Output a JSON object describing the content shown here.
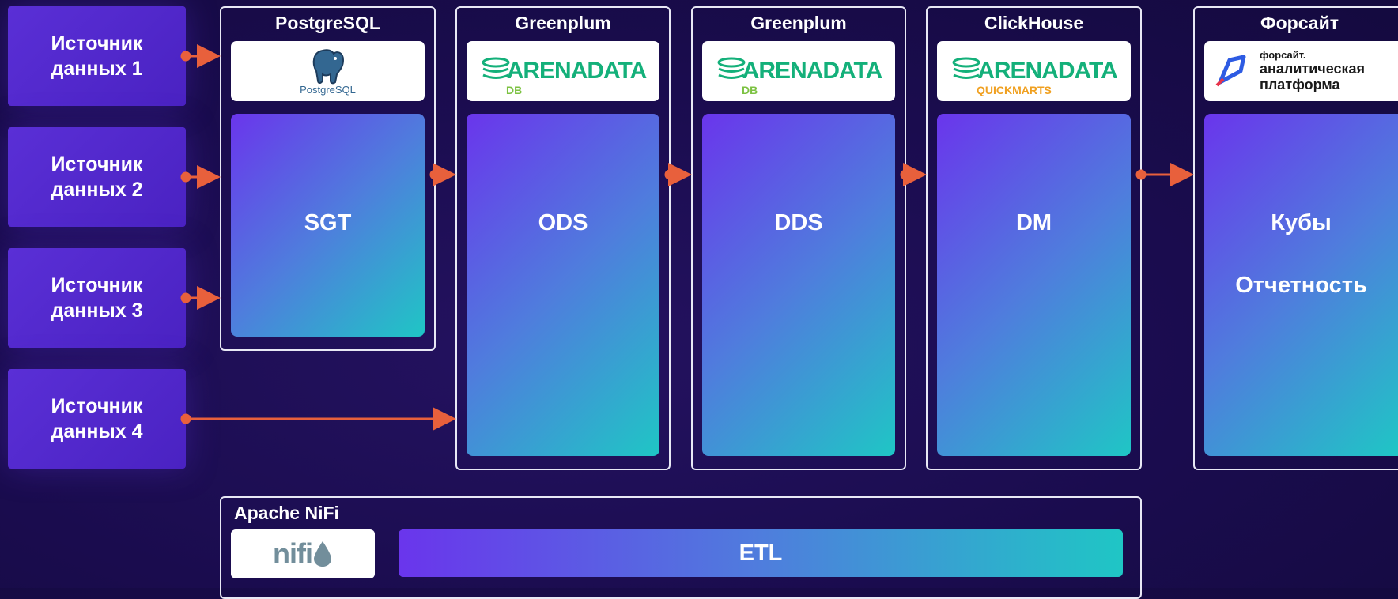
{
  "sources": [
    {
      "label": "Источник\nданных 1"
    },
    {
      "label": "Источник\nданных 2"
    },
    {
      "label": "Источник\nданных 3"
    },
    {
      "label": "Источник\nданных 4"
    }
  ],
  "stages": [
    {
      "title": "PostgreSQL",
      "logo_text": "PostgreSQL",
      "layer": "SGT"
    },
    {
      "title": "Greenplum",
      "logo_text": "ARENADATA",
      "logo_sub": "DB",
      "layer": "ODS"
    },
    {
      "title": "Greenplum",
      "logo_text": "ARENADATA",
      "logo_sub": "DB",
      "layer": "DDS"
    },
    {
      "title": "ClickHouse",
      "logo_text": "ARENADATA",
      "logo_sub": "QUICKMARTS",
      "layer": "DM"
    },
    {
      "title": "Форсайт",
      "logo_line1": "форсайт.",
      "logo_line2": "аналитическая",
      "logo_line3": "платформа",
      "layer": "Кубы",
      "layer2": "Отчетность"
    }
  ],
  "nifi": {
    "title": "Apache NiFi",
    "logo_text": "nifi",
    "etl_label": "ETL"
  },
  "colors": {
    "background": "#1a0c4e",
    "source": "#5a2fd6",
    "arrow": "#e8603c",
    "gradient_start": "#6a35ec",
    "gradient_end": "#1fc6c5",
    "arenadata_green": "#14b07a",
    "quickmarts_orange": "#f0a020",
    "db_green": "#7cc242"
  }
}
